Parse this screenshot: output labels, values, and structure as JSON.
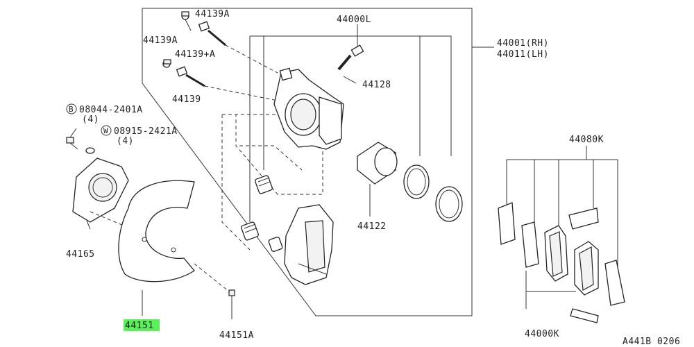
{
  "labels": {
    "bolt_top": "44139A",
    "bolt_mid": "44139A",
    "pin_a": "44139+A",
    "pin": "44139",
    "caliper_assy": "44000L",
    "assy_rh": "44001(RH)",
    "assy_lh": "44011(LH)",
    "bleeder": "44128",
    "bolt_b": "08044-2401A",
    "bolt_b_qty": "(4)",
    "washer_w": "08915-2421A",
    "washer_w_qty": "(4)",
    "pad_kit": "44080K",
    "piston": "44122",
    "adapter": "44165",
    "baffle_plate": "44151",
    "baffle_screw": "44151A",
    "seal_kit": "44000K",
    "figure_code": "A441B 0206",
    "circle_b": "B",
    "circle_w": "W"
  },
  "highlight": {
    "part": "44151",
    "color": "#59f05a"
  }
}
